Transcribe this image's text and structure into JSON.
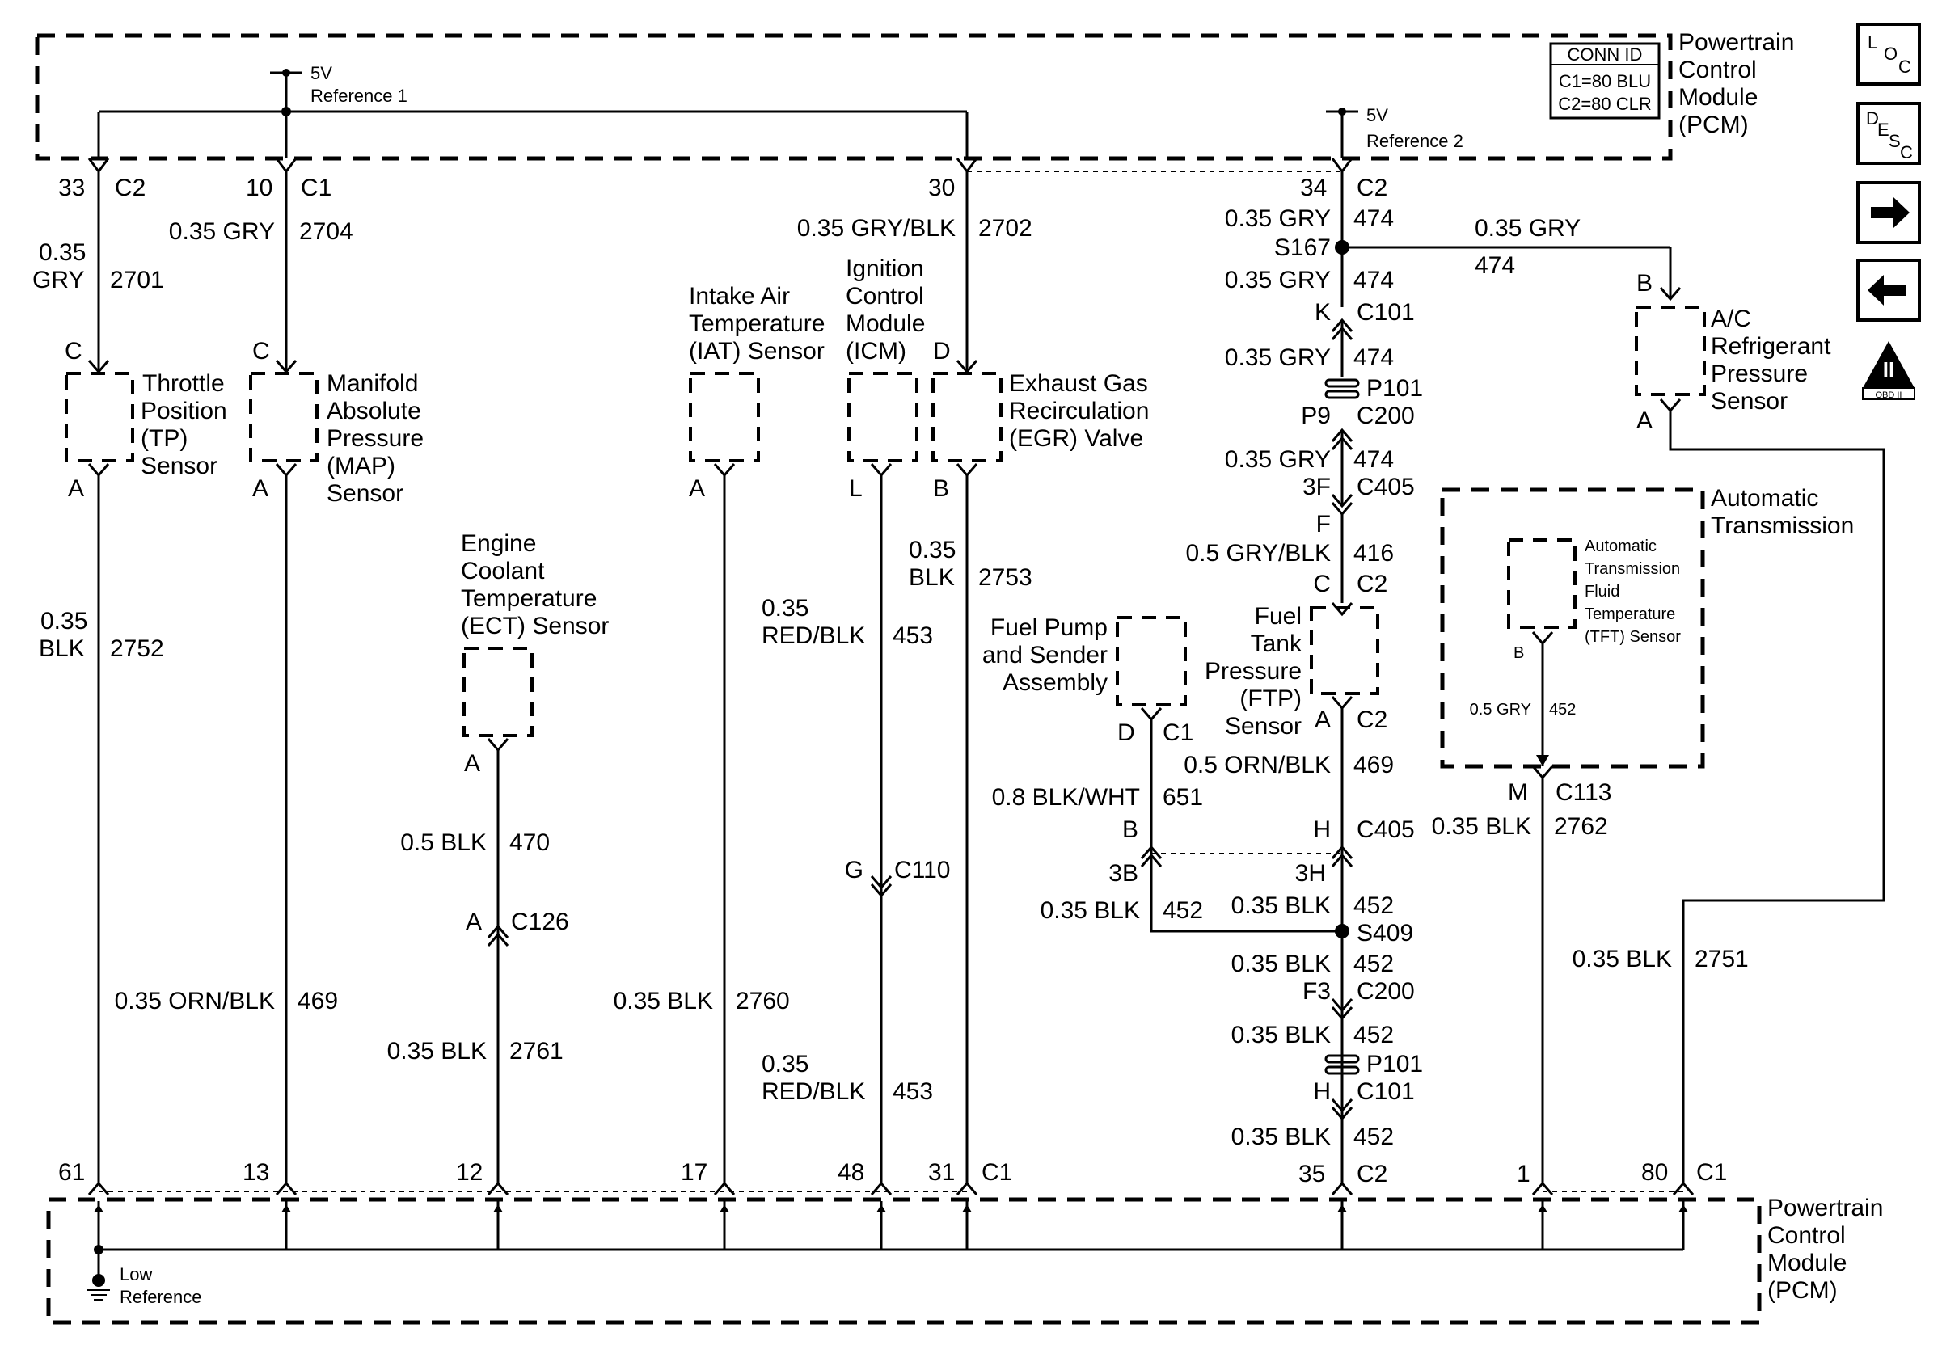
{
  "pcm_top": {
    "name": "Powertrain Control Module (PCM)",
    "l1": "Powertrain",
    "l2": "Control",
    "l3": "Module",
    "l4": "(PCM)"
  },
  "pcm_bottom": {
    "l1": "Powertrain",
    "l2": "Control",
    "l3": "Module",
    "l4": "(PCM)"
  },
  "conn_id": {
    "title": "CONN ID",
    "c1": "C1=80 BLU",
    "c2": "C2=80 CLR"
  },
  "ref1": {
    "voltage": "5V",
    "label": "Reference 1"
  },
  "ref2": {
    "voltage": "5V",
    "label": "Reference 2"
  },
  "low_ref": {
    "l1": "Low",
    "l2": "Reference"
  },
  "nav_buttons": {
    "loc": "LOC",
    "desc": "DESC",
    "obd": "OBD II"
  },
  "top_pins": {
    "p33": "33",
    "c2a": "C2",
    "p10": "10",
    "c1a": "C1",
    "p30": "30",
    "p34": "34",
    "c2b": "C2"
  },
  "bottom_pins": {
    "p61": "61",
    "p13": "13",
    "p12": "12",
    "p17": "17",
    "p48": "48",
    "p31": "31",
    "c1a": "C1",
    "p35": "35",
    "c2": "C2",
    "p1": "1",
    "p80": "80",
    "c1b": "C1"
  },
  "wires": {
    "w2701_gauge1": "0.35",
    "w2701_gauge2": "GRY",
    "w2701_num": "2701",
    "w2704_gauge": "0.35 GRY",
    "w2704_num": "2704",
    "w2702_gauge": "0.35 GRY/BLK",
    "w2702_num": "2702",
    "w474a_gauge": "0.35 GRY",
    "w474a_num": "474",
    "w474b_gauge": "0.35 GRY",
    "w474b_num": "474",
    "w474c_gauge": "0.35 GRY",
    "w474c_num": "474",
    "w474d_gauge": "0.35 GRY",
    "w474d_num": "474",
    "w474e_gauge": "0.35 GRY",
    "w474e_num": "474",
    "w416_gauge": "0.5 GRY/BLK",
    "w416_num": "416",
    "w2752_gauge1": "0.35",
    "w2752_gauge2": "BLK",
    "w2752_num": "2752",
    "w469a_gauge": "0.35 ORN/BLK",
    "w469a_num": "469",
    "w470_gauge": "0.5 BLK",
    "w470_num": "470",
    "w2761_gauge": "0.35 BLK",
    "w2761_num": "2761",
    "w2760_gauge": "0.35 BLK",
    "w2760_num": "2760",
    "w453a_gauge1": "0.35",
    "w453a_gauge2": "RED/BLK",
    "w453a_num": "453",
    "w453b_gauge1": "0.35",
    "w453b_gauge2": "RED/BLK",
    "w453b_num": "453",
    "w2753_gauge1": "0.35",
    "w2753_gauge2": "BLK",
    "w2753_num": "2753",
    "w469b_gauge": "0.5 ORN/BLK",
    "w469b_num": "469",
    "w651_gauge": "0.8 BLK/WHT",
    "w651_num": "651",
    "w452a_gauge": "0.35 BLK",
    "w452a_num": "452",
    "w452b_gauge": "0.35 BLK",
    "w452b_num": "452",
    "w452c_gauge": "0.35 BLK",
    "w452c_num": "452",
    "w452d_gauge": "0.35 BLK",
    "w452d_num": "452",
    "w452e_gauge": "0.35 BLK",
    "w452e_num": "452",
    "w2762_gauge": "0.35 BLK",
    "w2762_num": "2762",
    "w2751_gauge": "0.35 BLK",
    "w2751_num": "2751",
    "w452t_gauge": "0.5 GRY",
    "w452t_num": "452"
  },
  "components": {
    "tp": {
      "l1": "Throttle",
      "l2": "Position",
      "l3": "(TP)",
      "l4": "Sensor",
      "pin_top": "C",
      "pin_bot": "A"
    },
    "map": {
      "l1": "Manifold",
      "l2": "Absolute",
      "l3": "Pressure",
      "l4": "(MAP)",
      "l5": "Sensor",
      "pin_top": "C",
      "pin_bot": "A"
    },
    "iat": {
      "l1": "Intake Air",
      "l2": "Temperature",
      "l3": "(IAT) Sensor",
      "pin_bot": "A"
    },
    "icm": {
      "l1": "Ignition",
      "l2": "Control",
      "l3": "Module",
      "l4": "(ICM)",
      "pin_bot": "L"
    },
    "egr": {
      "l1": "Exhaust Gas",
      "l2": "Recirculation",
      "l3": "(EGR) Valve",
      "pin_top": "D",
      "pin_bot": "B"
    },
    "ect": {
      "l1": "Engine",
      "l2": "Coolant",
      "l3": "Temperature",
      "l4": "(ECT) Sensor",
      "pin_bot": "A"
    },
    "fuel_pump": {
      "l1": "Fuel Pump",
      "l2": "and Sender",
      "l3": "Assembly",
      "pin_bot": "D",
      "conn": "C1"
    },
    "ftp": {
      "l1": "Fuel",
      "l2": "Tank",
      "l3": "Pressure",
      "l4": "(FTP)",
      "l5": "Sensor",
      "pin_top": "C",
      "conn_top": "C2",
      "pin_bot": "A",
      "conn_bot": "C2"
    },
    "ac": {
      "l1": "A/C",
      "l2": "Refrigerant",
      "l3": "Pressure",
      "l4": "Sensor",
      "pin_top": "B",
      "pin_bot": "A"
    },
    "auto_trans": {
      "l1": "Automatic",
      "l2": "Transmission"
    },
    "tft": {
      "l1": "Automatic",
      "l2": "Transmission",
      "l3": "Fluid",
      "l4": "Temperature",
      "l5": "(TFT) Sensor",
      "pin_bot": "B"
    }
  },
  "connectors": {
    "s167": "S167",
    "k": "K",
    "c101a": "C101",
    "p101a": "P101",
    "p9": "P9",
    "c200a": "C200",
    "f3a": "3F",
    "c405a": "C405",
    "f": "F",
    "c110_pin": "G",
    "c110": "C110",
    "c126_pin": "A",
    "c126": "C126",
    "b_pin": "B",
    "h_pin": "H",
    "c405b": "C405",
    "b3": "3B",
    "h3": "3H",
    "s409": "S409",
    "f3b": "F3",
    "c200b": "C200",
    "p101b": "P101",
    "h2": "H",
    "c101b": "C101",
    "m_pin": "M",
    "c113": "C113"
  }
}
